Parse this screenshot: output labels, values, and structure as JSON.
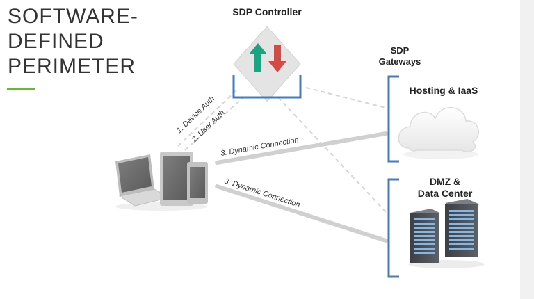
{
  "title": {
    "line1": "SOFTWARE-",
    "line2": "DEFINED",
    "line3": "PERIMETER"
  },
  "controller": {
    "label": "SDP Controller"
  },
  "gateways": {
    "line1": "SDP",
    "line2": "Gateways"
  },
  "hosting": {
    "label": "Hosting & IaaS"
  },
  "dmz": {
    "line1": "DMZ &",
    "line2": "Data Center"
  },
  "connections": {
    "device_auth": "1. Device Auth",
    "user_auth": "2. User Auth",
    "dynamic_upper": "3. Dynamic Connection",
    "dynamic_lower": "3. Dynamic Connection"
  },
  "colors": {
    "accent_green": "#6db33f",
    "arrow_up": "#1aa582",
    "arrow_down": "#d24b45",
    "bracket_blue": "#4a7bb0"
  },
  "icons": {
    "controller": "up-down-arrows-icon",
    "devices": "devices-icon",
    "cloud": "cloud-icon",
    "servers": "server-rack-icon"
  }
}
